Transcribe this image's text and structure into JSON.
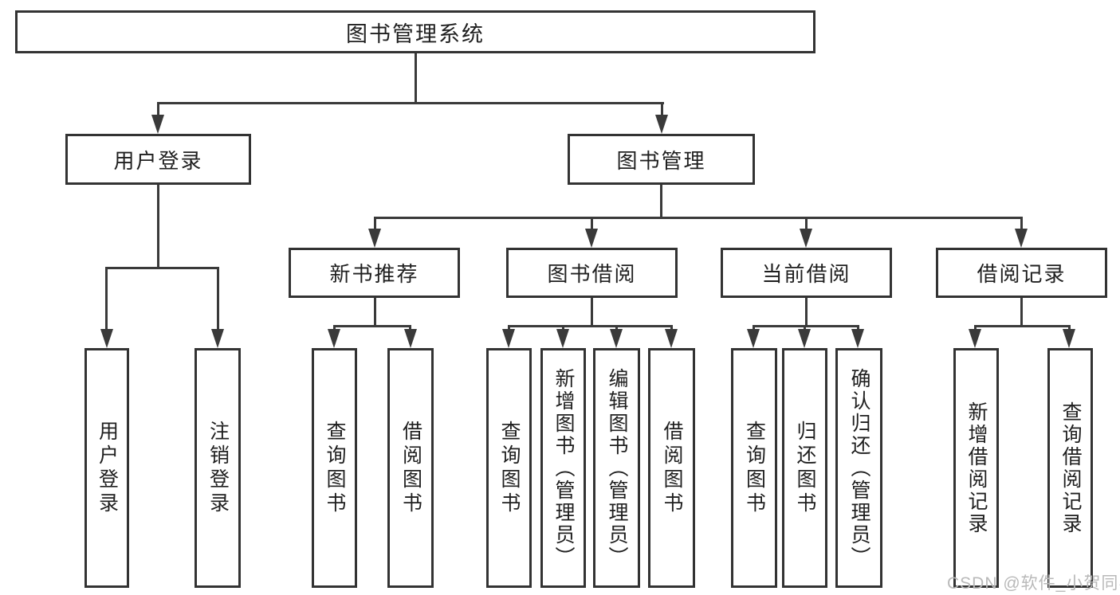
{
  "root": {
    "label": "图书管理系统"
  },
  "level2": [
    {
      "label": "用户登录"
    },
    {
      "label": "图书管理"
    }
  ],
  "level3": [
    {
      "label": "新书推荐"
    },
    {
      "label": "图书借阅"
    },
    {
      "label": "当前借阅"
    },
    {
      "label": "借阅记录"
    }
  ],
  "leaves": {
    "login": [
      "用户登录",
      "注销登录"
    ],
    "recommend": [
      "查询图书",
      "借阅图书"
    ],
    "borrow": [
      "查询图书",
      "新增图书（管理员）",
      "编辑图书（管理员）",
      "借阅图书"
    ],
    "current": [
      "查询图书",
      "归还图书",
      "确认归还（管理员）"
    ],
    "records": [
      "新增借阅记录",
      "查询借阅记录"
    ]
  },
  "watermark": {
    "text": "CSDN @软件_小贺同学"
  },
  "colors": {
    "line": "#3a3a3a",
    "border": "#333333",
    "text": "#1f1f1f",
    "watermark": "#b9b9b9"
  }
}
